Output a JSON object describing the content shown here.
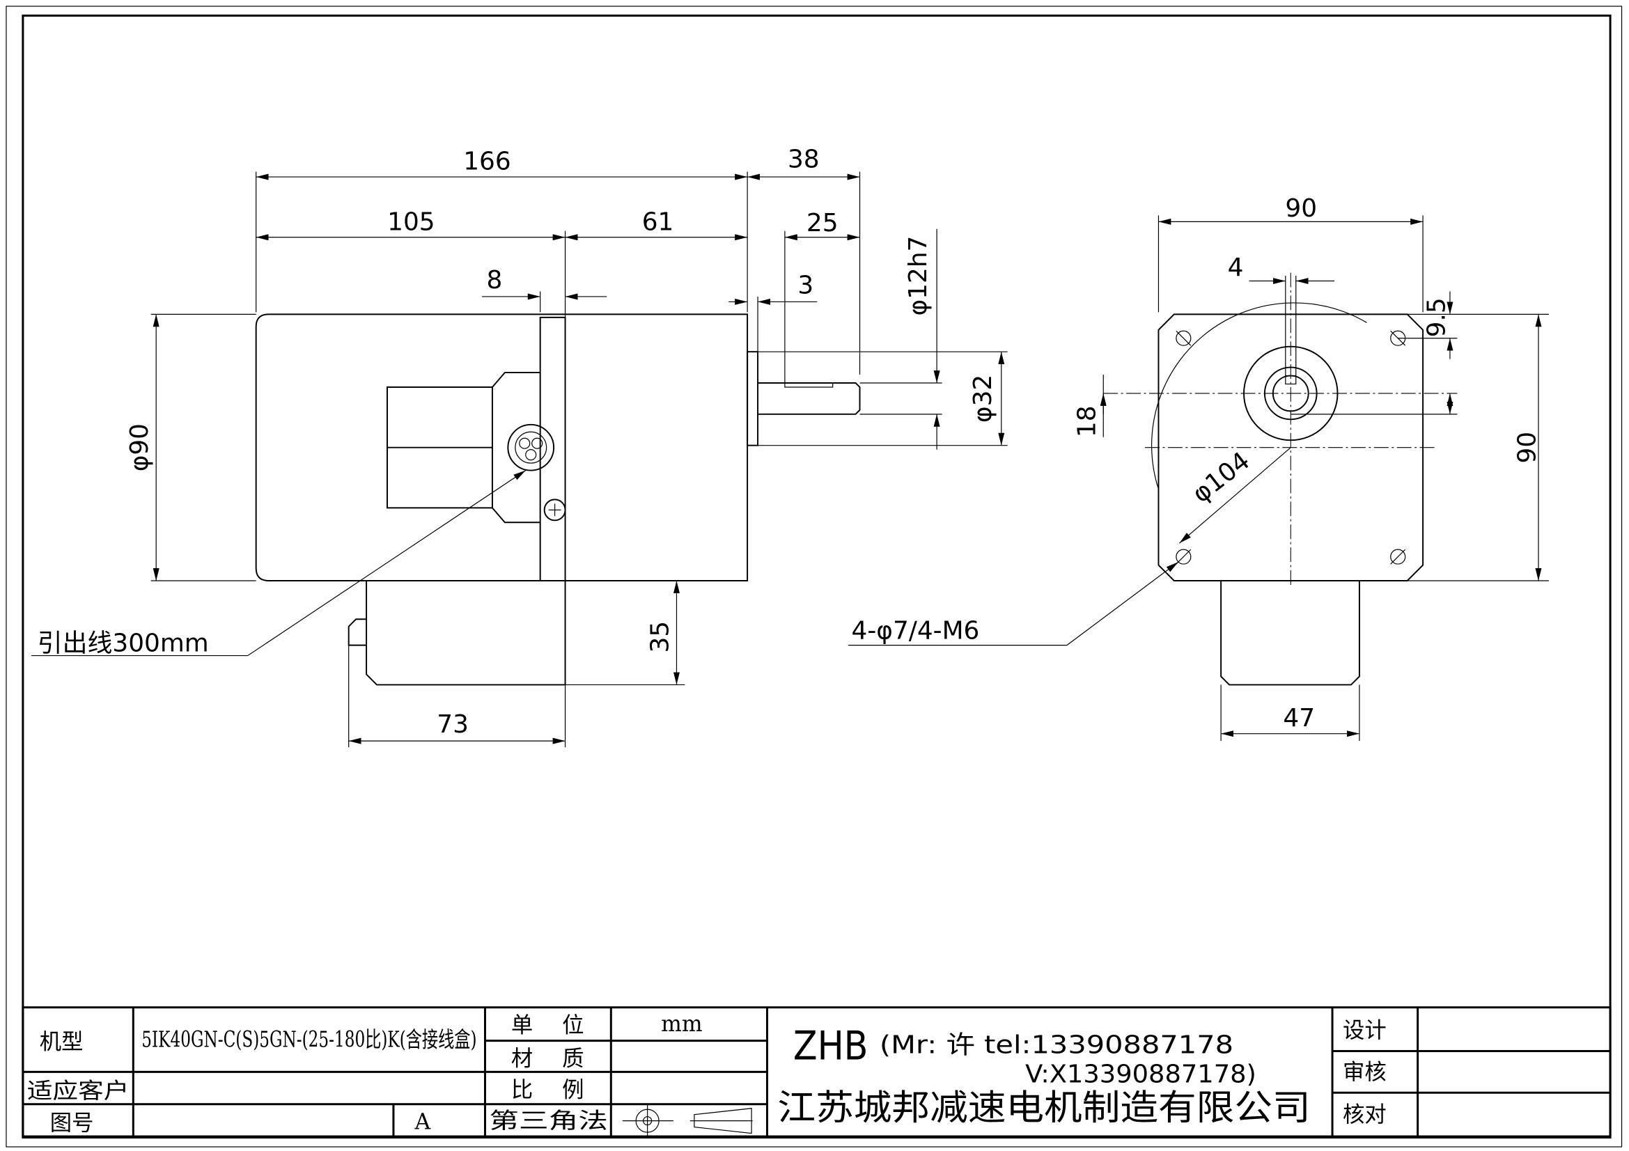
{
  "drawing": {
    "dims_side": {
      "d166": "166",
      "d38": "38",
      "d105": "105",
      "d61": "61",
      "d25": "25",
      "d8": "8",
      "d3": "3",
      "phi90": "φ90",
      "phi12h7": "φ12h7",
      "phi32": "φ32",
      "d35": "35",
      "d73": "73"
    },
    "dims_front": {
      "d90w": "90",
      "d4": "4",
      "d9_5": "9.5",
      "d90h": "90",
      "d18": "18",
      "phi104": "φ104",
      "d47": "47"
    },
    "lead_wire_note": "引出线300mm",
    "hole_note": "4-φ7/4-M6"
  },
  "title_block": {
    "model_label": "机型",
    "model_value": "5IK40GN-C(S)5GN-(25-180比)K(含接线盒)",
    "customer_label": "适应客户",
    "drawing_no_label": "图号",
    "revision": "A",
    "unit_label": "单 位",
    "unit_value": "mm",
    "material_label": "材 质",
    "scale_label": "比 例",
    "projection_label": "第三角法",
    "company_line1": "ZHB",
    "company_contact1": "(Mr: 许 tel:13390887178",
    "company_contact2": "V:X13390887178)",
    "company_name": "江苏城邦减速电机制造有限公司",
    "design_label": "设计",
    "review_label": "审核",
    "check_label": "核对"
  }
}
